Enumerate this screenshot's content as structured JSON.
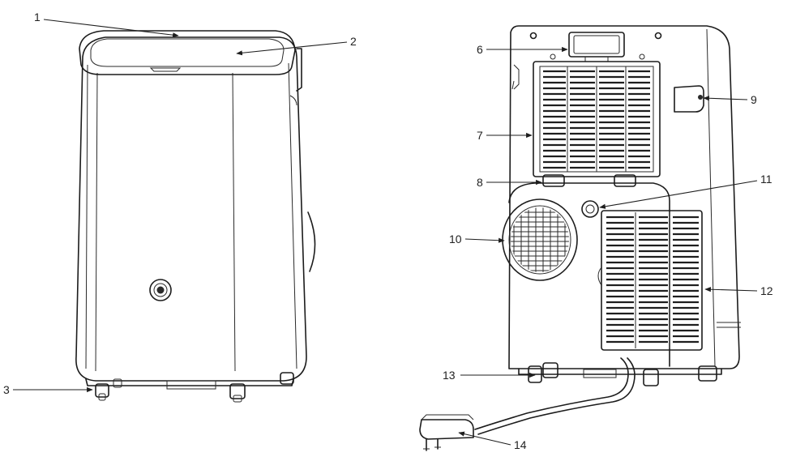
{
  "callouts": [
    {
      "id": 1,
      "label": "1"
    },
    {
      "id": 2,
      "label": "2"
    },
    {
      "id": 3,
      "label": "3"
    },
    {
      "id": 6,
      "label": "6"
    },
    {
      "id": 7,
      "label": "7"
    },
    {
      "id": 8,
      "label": "8"
    },
    {
      "id": 9,
      "label": "9"
    },
    {
      "id": 10,
      "label": "10"
    },
    {
      "id": 11,
      "label": "11"
    },
    {
      "id": 12,
      "label": "12"
    },
    {
      "id": 13,
      "label": "13"
    },
    {
      "id": 14,
      "label": "14"
    }
  ],
  "colors": {
    "line": "#1c1c1c",
    "background": "#ffffff",
    "text": "#222222"
  }
}
